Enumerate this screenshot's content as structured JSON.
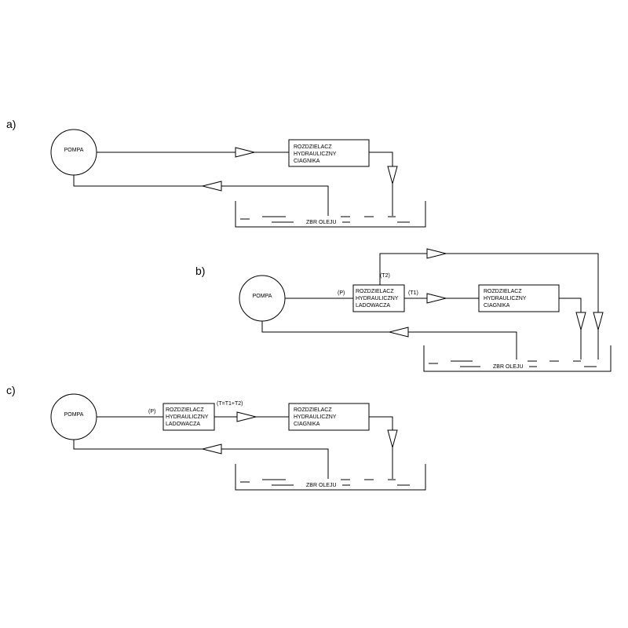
{
  "panels": [
    {
      "label": "a)",
      "pump": "POMPA",
      "boxes": [
        [
          "ROZDZIELACZ",
          "HYDRAULICZNY",
          "CIAGNIKA"
        ]
      ],
      "tank": "ZBR OLEJU"
    },
    {
      "label": "b)",
      "pump": "POMPA",
      "boxes": [
        [
          "ROZDZIELACZ",
          "HYDRAULICZNY",
          "LADOWACZA"
        ],
        [
          "ROZDZIELACZ",
          "HYDRAULICZNY",
          "CIAGNIKA"
        ]
      ],
      "ports": {
        "p": "(P)",
        "t1": "(T1)",
        "t2": "(T2)"
      },
      "tank": "ZBR OLEJU"
    },
    {
      "label": "c)",
      "pump": "POMPA",
      "boxes": [
        [
          "ROZDZIELACZ",
          "HYDRAULICZNY",
          "LADOWACZA"
        ],
        [
          "ROZDZIELACZ",
          "HYDRAULICZNY",
          "CIAGNIKA"
        ]
      ],
      "ports": {
        "p": "(P)",
        "t": "(T=T1+T2)"
      },
      "tank": "ZBR OLEJU"
    }
  ]
}
